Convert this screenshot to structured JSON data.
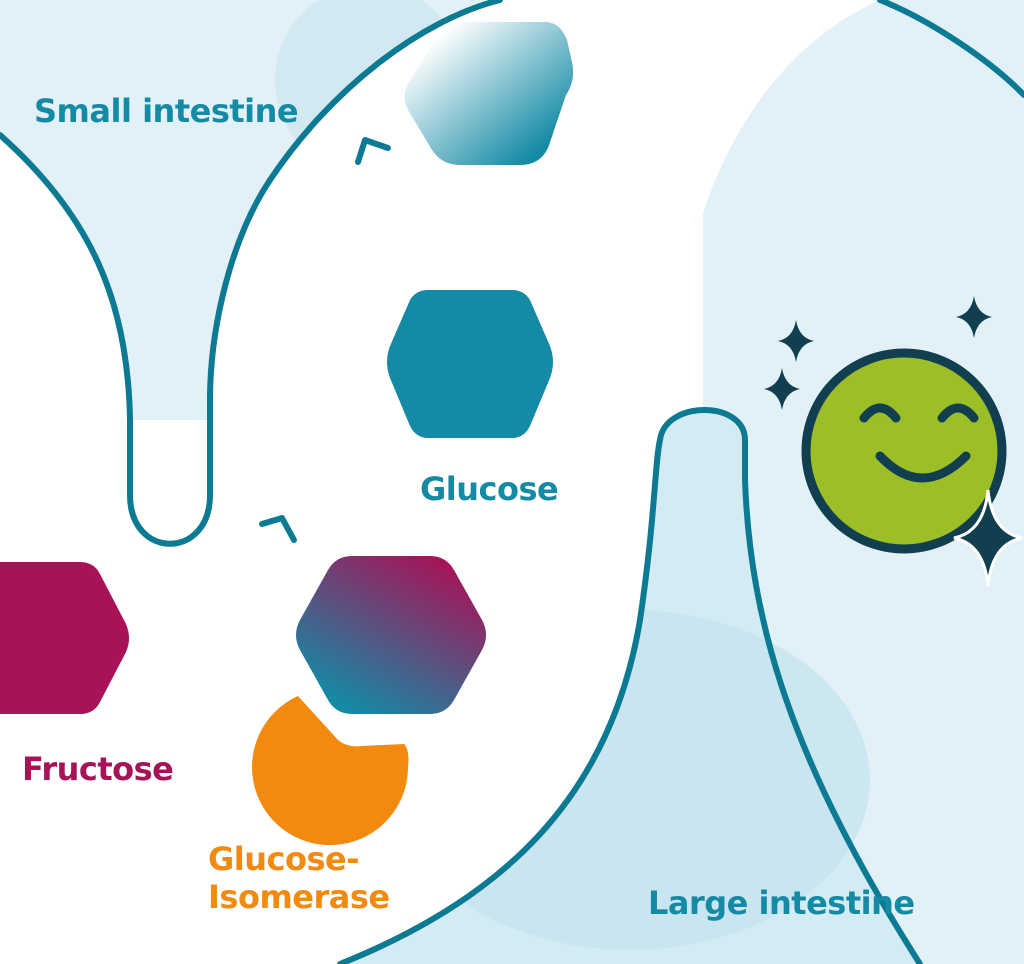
{
  "labels": {
    "small_intestine": "Small intestine",
    "glucose": "Glucose",
    "fructose": "Fructose",
    "enzyme_line1": "Glucose-",
    "enzyme_line2": "Isomerase",
    "large_intestine": "Large intestine"
  },
  "colors": {
    "teal": "#148aa5",
    "outline": "#0d7a93",
    "fructose": "#a81256",
    "enzyme": "#f28a10",
    "smiley": "#9cbf27",
    "smiley_stroke": "#123f50",
    "tissue_light": "#e2f1f7",
    "tissue_mid": "#cfe7f0"
  },
  "icons": {
    "face": "smiley-face-icon",
    "sparkle": "sparkle-icon",
    "arrow": "chevron-arrow-icon"
  }
}
